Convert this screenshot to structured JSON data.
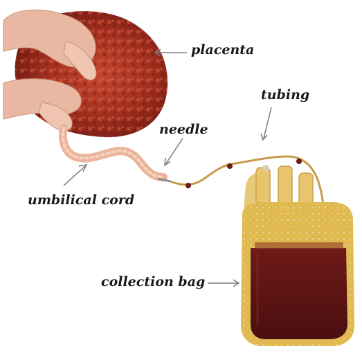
{
  "labels": {
    "placenta": "placenta",
    "tubing": "tubing",
    "needle": "needle",
    "umbilical_cord": "umbilical cord",
    "collection_bag": "collection bag"
  },
  "colors": {
    "placenta": "#a3301f",
    "cord": "#e9b49a",
    "tubing": "#c89a4a",
    "bag_frame": "#e0b94f",
    "blood": "#5c1414",
    "arrow": "#7a7a7a"
  }
}
